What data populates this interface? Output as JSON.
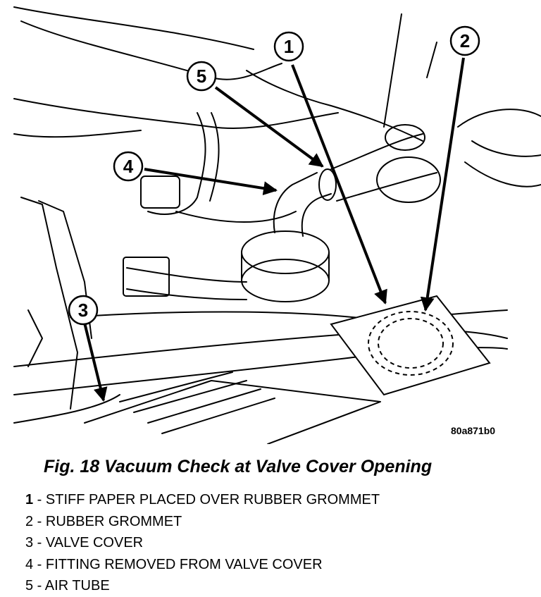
{
  "figure_code": "80a871b0",
  "caption": "Fig. 18 Vacuum Check at Valve Cover Opening",
  "callouts": [
    {
      "number": "1",
      "label": "STIFF PAPER PLACED OVER RUBBER GROMMET"
    },
    {
      "number": "2",
      "label": "RUBBER GROMMET"
    },
    {
      "number": "3",
      "label": "VALVE COVER"
    },
    {
      "number": "4",
      "label": "FITTING REMOVED FROM VALVE COVER"
    },
    {
      "number": "5",
      "label": "AIR TUBE"
    }
  ],
  "separator": " - "
}
